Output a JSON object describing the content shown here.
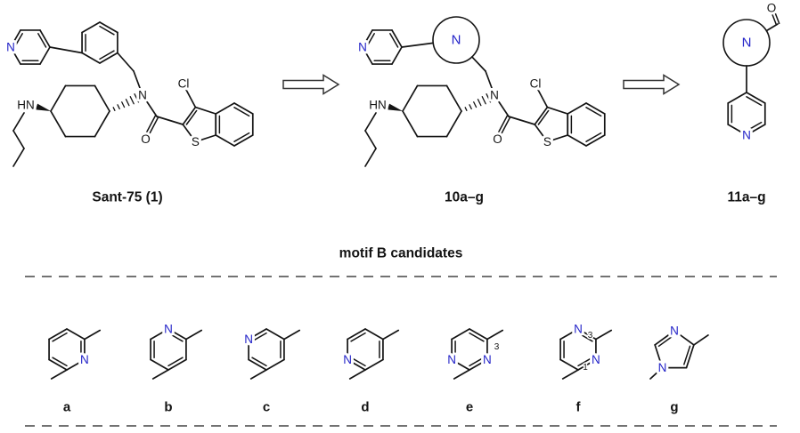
{
  "figure": {
    "colors": {
      "nitrogen": "#2323c8",
      "bond": "#141414"
    },
    "atoms": {
      "nitrogen": "N",
      "amine": "HN",
      "oxygen": "O",
      "sulfur": "S",
      "chlorine": "Cl"
    },
    "structures": {
      "sant75": {
        "label": "Sant-75 (1)"
      },
      "series10": {
        "label": "10a–g"
      },
      "series11": {
        "label": "11a–g"
      }
    },
    "section": {
      "title": "motif B candidates"
    },
    "candidates": {
      "labels": [
        "a",
        "b",
        "c",
        "d",
        "e",
        "f",
        "g"
      ],
      "locants": {
        "e_n3": "3",
        "f_n3": "3",
        "f_n1": "1"
      }
    }
  }
}
